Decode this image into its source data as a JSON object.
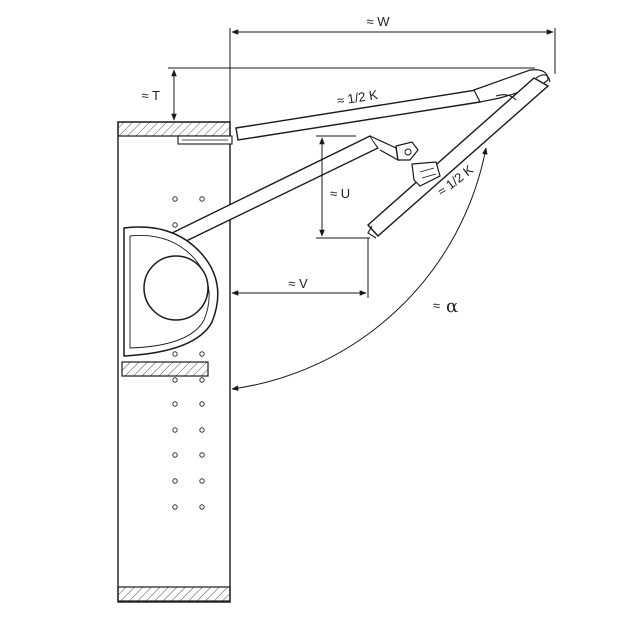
{
  "diagram": {
    "labels": {
      "w": "≈ W",
      "t": "≈ T",
      "k_top": "≈ 1/2 K",
      "k_diag": "≈ 1/2 K",
      "u": "≈ U",
      "v": "≈ V",
      "alpha_prefix": "≈",
      "alpha_symbol": "α"
    },
    "colors": {
      "line": "#1a1a1a",
      "hatch": "#555555",
      "fill": "#ffffff",
      "dim": "#1a1a1a"
    }
  }
}
